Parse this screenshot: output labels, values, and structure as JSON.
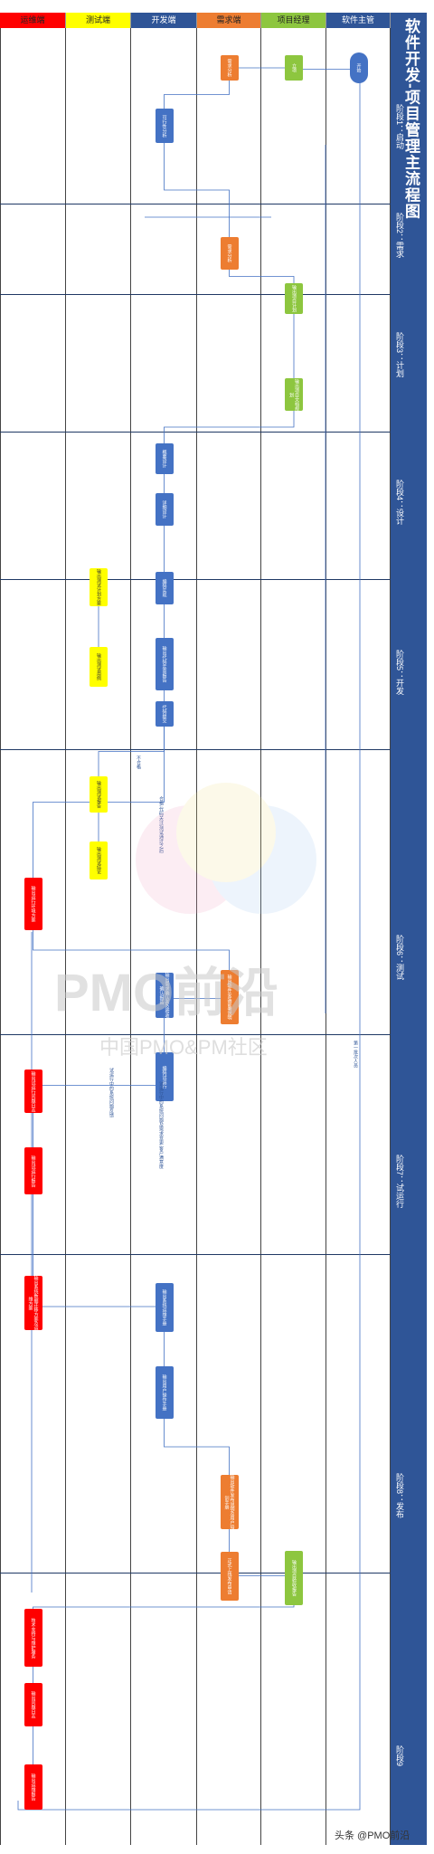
{
  "title": "软件开发-项目管理主流程图",
  "lanes": [
    {
      "label": "运维端",
      "color": "#ff0000"
    },
    {
      "label": "测试端",
      "color": "#ffff00"
    },
    {
      "label": "开发端",
      "color": "#2f5597"
    },
    {
      "label": "需求端",
      "color": "#ed7d31"
    },
    {
      "label": "项目经理",
      "color": "#8dc63f"
    },
    {
      "label": "软件主管",
      "color": "#2f5597"
    }
  ],
  "phases": [
    {
      "label": "阶段1：启动"
    },
    {
      "label": "阶段2：需求"
    },
    {
      "label": "阶段3：计划"
    },
    {
      "label": "阶段4：设计"
    },
    {
      "label": "阶段5：开发"
    },
    {
      "label": "阶段6：测试"
    },
    {
      "label": "阶段7：试运行"
    },
    {
      "label": "阶段8：发布"
    },
    {
      "label": "阶段9"
    }
  ],
  "boxes": [
    {
      "text": "开始"
    },
    {
      "text": "立项"
    },
    {
      "text": "需求分析"
    },
    {
      "text": "可行性分析"
    },
    {
      "text": "需求分析"
    },
    {
      "text": "输出项目计划"
    },
    {
      "text": "输出项目文档规划"
    },
    {
      "text": "概要设计"
    },
    {
      "text": "详细设计"
    },
    {
      "text": "编码实现"
    },
    {
      "text": "输出测试计划方案"
    },
    {
      "text": "输出测试用例"
    },
    {
      "text": "输出代码走查报告"
    },
    {
      "text": "代码提交"
    },
    {
      "text": "输出测试报告"
    },
    {
      "text": "输出测试结论"
    },
    {
      "text": "输出运行环境方案"
    },
    {
      "text": "输出软件安装部署说明"
    },
    {
      "text": "输出需求确认表及验收确认报告"
    },
    {
      "text": "编码试运行"
    },
    {
      "text": "输出试运行问题日志"
    },
    {
      "text": "输出试运行报告"
    },
    {
      "text": "输出系统数据迁移方案及运维方案"
    },
    {
      "text": "输出系统运维手册"
    },
    {
      "text": "输出用户操作手册"
    },
    {
      "text": "输出软件发布说明及用户培训手册"
    },
    {
      "text": "正式上线发布申请"
    },
    {
      "text": "输出项目验收报告"
    },
    {
      "text": "技术支持与维护服务"
    },
    {
      "text": "输出问题日志"
    },
    {
      "text": "输出运维报告"
    }
  ],
  "notes": [
    {
      "text": "不合格"
    },
    {
      "text": "合格,代码关注,测试通过之后"
    },
    {
      "text": "试运行中的系统问题反馈"
    },
    {
      "text": "试运行中的系统问题及需求变更,客户满意度"
    },
    {
      "text": "第一批次人员"
    }
  ],
  "watermark": {
    "text": "PMO前沿",
    "sub": "中国PMO&PM社区"
  },
  "footer": "头条 @PMO前沿"
}
